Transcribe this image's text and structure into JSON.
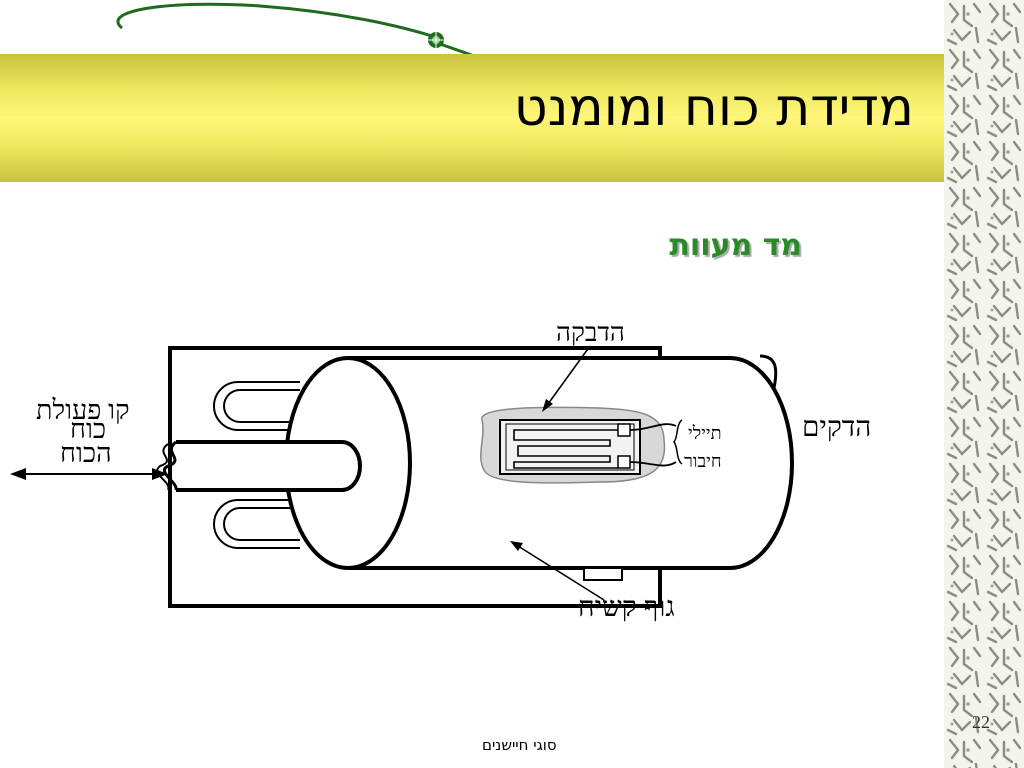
{
  "slide": {
    "title": "מדידת כוח ומומנט",
    "subtitle": "מד מעוות",
    "page_number": "22",
    "footer": "סוגי חיישנים"
  },
  "diagram": {
    "labels": {
      "adhesive": "הדבקה",
      "force_line_top": "קו פעולת",
      "force_line_mid": "כוח",
      "force_line_bottom": "הכוח",
      "wires_top": "תיילי",
      "wires_bottom": "חיבור",
      "clamps": "הדקים",
      "rigid_body": "גוף קשיח"
    }
  },
  "colors": {
    "title_band": "#fff67a",
    "subtitle": "#2a8a2a",
    "gauge_patch": "#d8d8d8",
    "deco_green": "#1e6a1e"
  }
}
